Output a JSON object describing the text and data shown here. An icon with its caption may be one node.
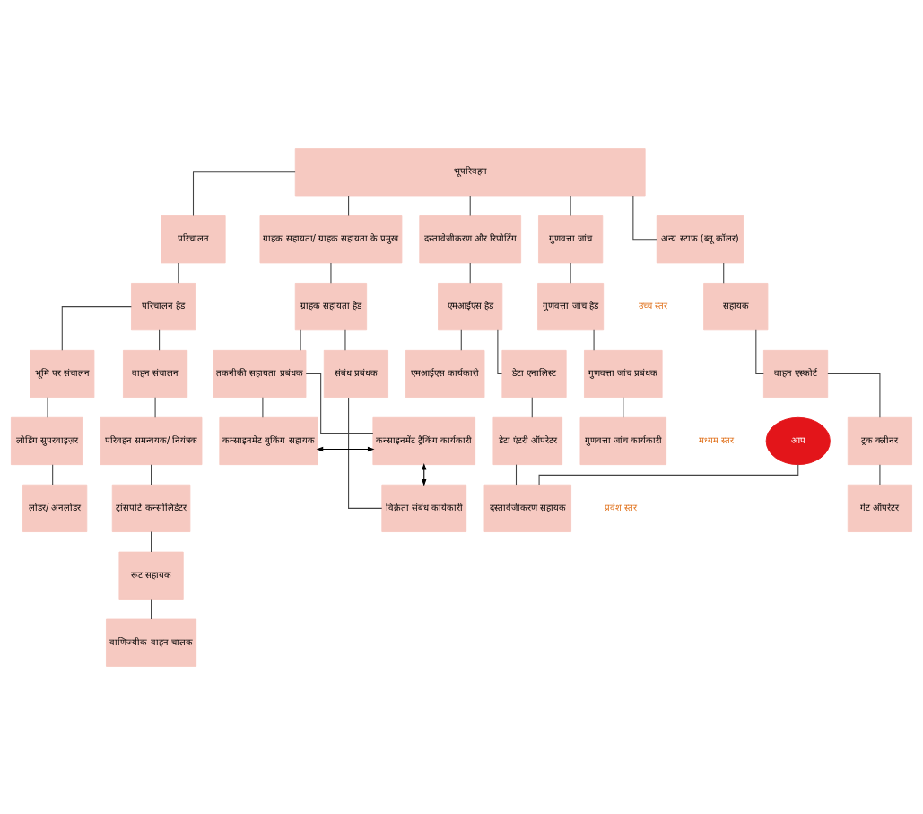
{
  "diagram": {
    "nodes": [
      {
        "text": [
          "भूपरिवहन"
        ]
      },
      {
        "text": [
          "परिचालन"
        ]
      },
      {
        "text": [
          "ग्राहक सहायता/ ग्राहक सहायता के प्रमुख"
        ]
      },
      {
        "text": [
          "दस्तावेजीकरण और रिपोर्टिंग"
        ]
      },
      {
        "text": [
          "गुणवत्ता जांच"
        ]
      },
      {
        "text": [
          "अन्य स्टाफ (ब्लू कॉलर)"
        ]
      },
      {
        "text": [
          "परिचालन हैड"
        ]
      },
      {
        "text": [
          "ग्राहक सहायता हैड"
        ]
      },
      {
        "text": [
          "एमआईएस हैड"
        ]
      },
      {
        "text": [
          "गुणवत्ता जांच हैड"
        ]
      },
      {
        "text": [
          "सहायक"
        ]
      },
      {
        "text": [
          "भूमि पर संचालन"
        ]
      },
      {
        "text": [
          "वाहन संचालन"
        ]
      },
      {
        "text": [
          "तकनीकी सहायता प्रबंधक"
        ]
      },
      {
        "text": [
          "संबंध प्रबंधक"
        ]
      },
      {
        "text": [
          "एमआईएस कार्यकारी"
        ]
      },
      {
        "text": [
          "डेटा एनालिस्ट"
        ]
      },
      {
        "text": [
          "गुणवत्ता जांच प्रबंधक"
        ]
      },
      {
        "text": [
          "वाहन एस्कोर्ट"
        ]
      },
      {
        "text": [
          "लोडिंग सुपरवाइज़र"
        ]
      },
      {
        "text": [
          "परिवहन समन्वयक/ नियंत्रक"
        ]
      },
      {
        "text": [
          "कन्साइनमेंट बुकिंग सहायक"
        ]
      },
      {
        "text": [
          "कन्साइनमेंट ट्रैकिंग कार्यकारी"
        ]
      },
      {
        "text": [
          "डेटा एंटरी ऑपरेटर"
        ]
      },
      {
        "text": [
          "गुणवत्ता जांच कार्यकारी"
        ]
      },
      {
        "text": [
          "ट्रक क्लीनर"
        ]
      },
      {
        "text": [
          "लोडर/ अनलोडर"
        ]
      },
      {
        "text": [
          "ट्रांसपोर्ट कन्सोलिडेटर"
        ]
      },
      {
        "text": [
          "विक्रेता संबंध कार्यकारी"
        ]
      },
      {
        "text": [
          "दस्तावेजीकरण सहायक"
        ]
      },
      {
        "text": [
          "गेट ऑपरेटर"
        ]
      },
      {
        "text": [
          "रूट सहायक"
        ]
      },
      {
        "text": [
          "वाणिज्यीक वाहन चालक"
        ]
      },
      {
        "text": [
          "आप"
        ]
      }
    ],
    "edges": [
      {
        "from": 0,
        "to": 1,
        "arrow": "none"
      },
      {
        "from": 0,
        "to": 2,
        "arrow": "none"
      },
      {
        "from": 0,
        "to": 3,
        "arrow": "none"
      },
      {
        "from": 0,
        "to": 4,
        "arrow": "none"
      },
      {
        "from": 0,
        "to": 5,
        "arrow": "none"
      },
      {
        "from": 1,
        "to": 6,
        "arrow": "none"
      },
      {
        "from": 2,
        "to": 7,
        "arrow": "none"
      },
      {
        "from": 3,
        "to": 8,
        "arrow": "none"
      },
      {
        "from": 4,
        "to": 9,
        "arrow": "none"
      },
      {
        "from": 5,
        "to": 10,
        "arrow": "none"
      },
      {
        "from": 6,
        "to": 11,
        "arrow": "none"
      },
      {
        "from": 6,
        "to": 12,
        "arrow": "none"
      },
      {
        "from": 7,
        "to": 13,
        "arrow": "none"
      },
      {
        "from": 7,
        "to": 14,
        "arrow": "none"
      },
      {
        "from": 8,
        "to": 15,
        "arrow": "none"
      },
      {
        "from": 8,
        "to": 16,
        "arrow": "none"
      },
      {
        "from": 9,
        "to": 17,
        "arrow": "none"
      },
      {
        "from": 10,
        "to": 18,
        "arrow": "none"
      },
      {
        "from": 11,
        "to": 19,
        "arrow": "none"
      },
      {
        "from": 12,
        "to": 20,
        "arrow": "none"
      },
      {
        "from": 13,
        "to": 21,
        "arrow": "none"
      },
      {
        "from": 13,
        "to": 22,
        "arrow": "none"
      },
      {
        "from": 16,
        "to": 23,
        "arrow": "none"
      },
      {
        "from": 17,
        "to": 24,
        "arrow": "none"
      },
      {
        "from": 18,
        "to": 25,
        "arrow": "none"
      },
      {
        "from": 19,
        "to": 26,
        "arrow": "none"
      },
      {
        "from": 20,
        "to": 27,
        "arrow": "none"
      },
      {
        "from": 21,
        "to": 22,
        "arrow": "both"
      },
      {
        "from": 22,
        "to": 28,
        "arrow": "both"
      },
      {
        "from": 14,
        "to": 28,
        "arrow": "none"
      },
      {
        "from": 23,
        "to": 29,
        "arrow": "none"
      },
      {
        "from": 25,
        "to": 30,
        "arrow": "none"
      },
      {
        "from": 27,
        "to": 31,
        "arrow": "none"
      },
      {
        "from": 31,
        "to": 32,
        "arrow": "none"
      },
      {
        "from": 33,
        "to": 29,
        "arrow": "none"
      }
    ],
    "labels": [
      "उच्च स्तर",
      "मध्यम स्तर",
      "प्रवेश स्तर"
    ]
  }
}
